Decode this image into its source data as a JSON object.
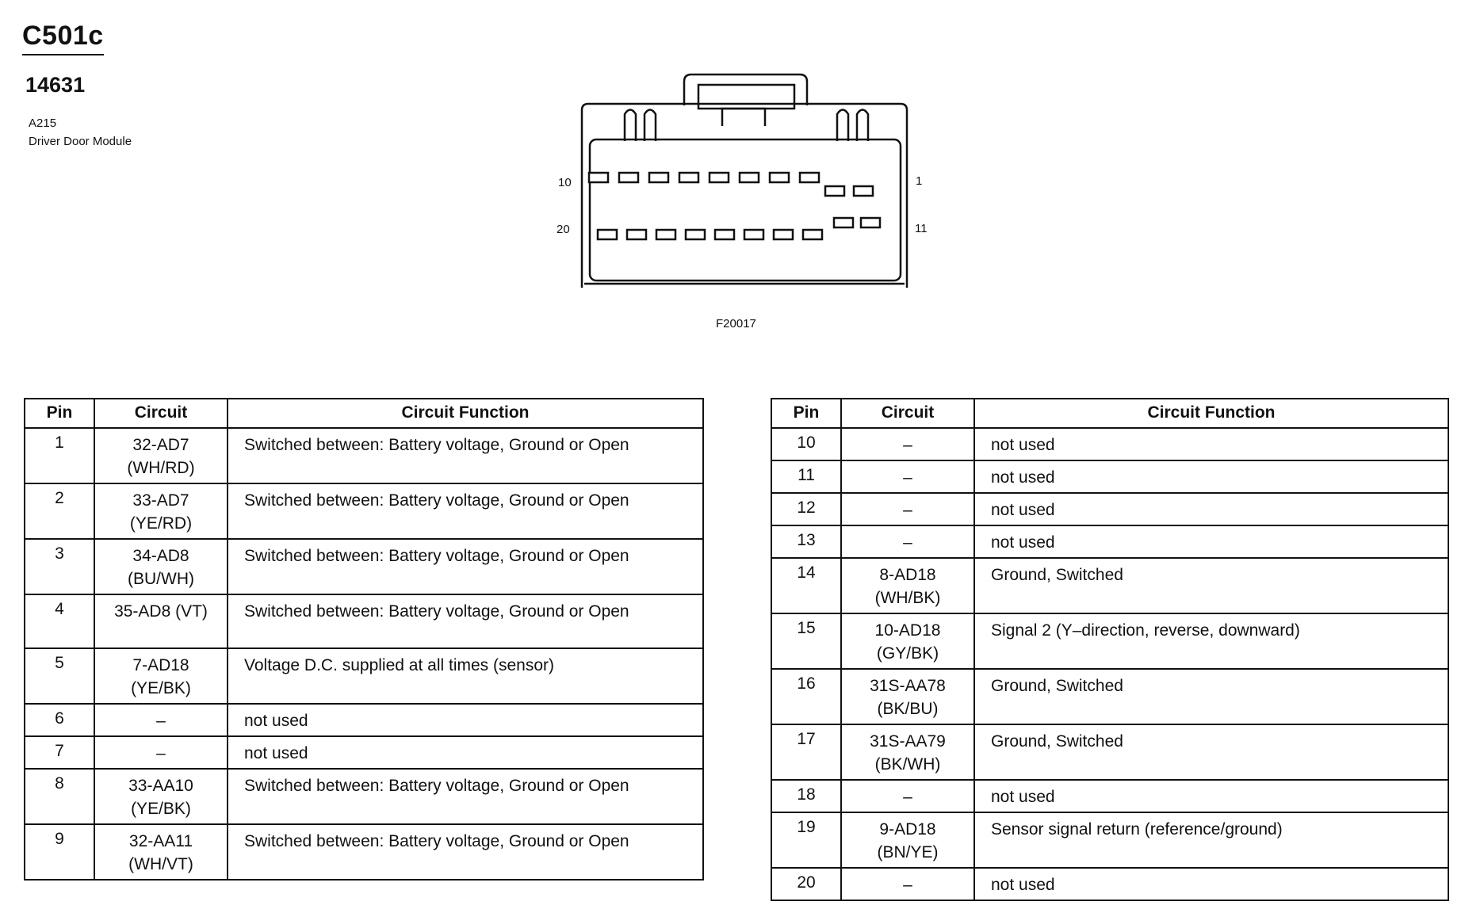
{
  "header": {
    "connector_id": "C501c",
    "part_number": "14631",
    "module_code": "A215",
    "module_name": "Driver Door Module"
  },
  "figure": {
    "reference": "F20017",
    "pin_labels": {
      "top_left": "10",
      "top_right": "1",
      "bottom_left": "20",
      "bottom_right": "11"
    }
  },
  "table_headers": {
    "pin": "Pin",
    "circuit": "Circuit",
    "function": "Circuit Function"
  },
  "table_left": {
    "rows": [
      {
        "pin": "1",
        "circuit": "32-AD7",
        "color": "(WH/RD)",
        "function": "Switched between: Battery voltage, Ground or Open"
      },
      {
        "pin": "2",
        "circuit": "33-AD7",
        "color": "(YE/RD)",
        "function": "Switched between: Battery voltage, Ground or Open"
      },
      {
        "pin": "3",
        "circuit": "34-AD8",
        "color": "(BU/WH)",
        "function": "Switched between: Battery voltage, Ground or Open"
      },
      {
        "pin": "4",
        "circuit": "35-AD8 (VT)",
        "color": "",
        "function": "Switched between: Battery voltage, Ground or Open"
      },
      {
        "pin": "5",
        "circuit": "7-AD18",
        "color": "(YE/BK)",
        "function": "Voltage D.C. supplied at all times (sensor)"
      },
      {
        "pin": "6",
        "circuit": "–",
        "color": "",
        "function": "not used"
      },
      {
        "pin": "7",
        "circuit": "–",
        "color": "",
        "function": "not used"
      },
      {
        "pin": "8",
        "circuit": "33-AA10",
        "color": "(YE/BK)",
        "function": "Switched between: Battery voltage, Ground or Open"
      },
      {
        "pin": "9",
        "circuit": "32-AA11",
        "color": "(WH/VT)",
        "function": "Switched between: Battery voltage, Ground or Open"
      }
    ]
  },
  "table_right": {
    "rows": [
      {
        "pin": "10",
        "circuit": "–",
        "color": "",
        "function": "not used"
      },
      {
        "pin": "11",
        "circuit": "–",
        "color": "",
        "function": "not used"
      },
      {
        "pin": "12",
        "circuit": "–",
        "color": "",
        "function": "not used"
      },
      {
        "pin": "13",
        "circuit": "–",
        "color": "",
        "function": "not used"
      },
      {
        "pin": "14",
        "circuit": "8-AD18",
        "color": "(WH/BK)",
        "function": "Ground, Switched"
      },
      {
        "pin": "15",
        "circuit": "10-AD18",
        "color": "(GY/BK)",
        "function": "Signal 2 (Y–direction, reverse, downward)"
      },
      {
        "pin": "16",
        "circuit": "31S-AA78",
        "color": "(BK/BU)",
        "function": "Ground, Switched"
      },
      {
        "pin": "17",
        "circuit": "31S-AA79",
        "color": "(BK/WH)",
        "function": "Ground, Switched"
      },
      {
        "pin": "18",
        "circuit": "–",
        "color": "",
        "function": "not used"
      },
      {
        "pin": "19",
        "circuit": "9-AD18",
        "color": "(BN/YE)",
        "function": "Sensor signal return (reference/ground)"
      },
      {
        "pin": "20",
        "circuit": "–",
        "color": "",
        "function": "not used"
      }
    ]
  }
}
